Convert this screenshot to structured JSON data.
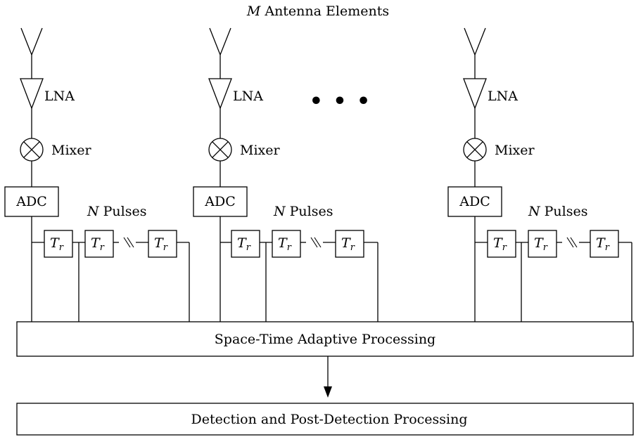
{
  "title": {
    "var": "M",
    "text": "Antenna Elements"
  },
  "labels": {
    "lna": "LNA",
    "mixer": "Mixer",
    "adc": "ADC",
    "pulses_var": "N",
    "pulses_text": "Pulses",
    "delay_var": "T",
    "delay_sub": "r",
    "ellipsis": "• • •"
  },
  "channels": [
    {
      "id": "channel-1"
    },
    {
      "id": "channel-2"
    },
    {
      "id": "channel-M"
    }
  ],
  "stap_block": "Space-Time Adaptive Processing",
  "detection_block": "Detection and Post-Detection Processing"
}
